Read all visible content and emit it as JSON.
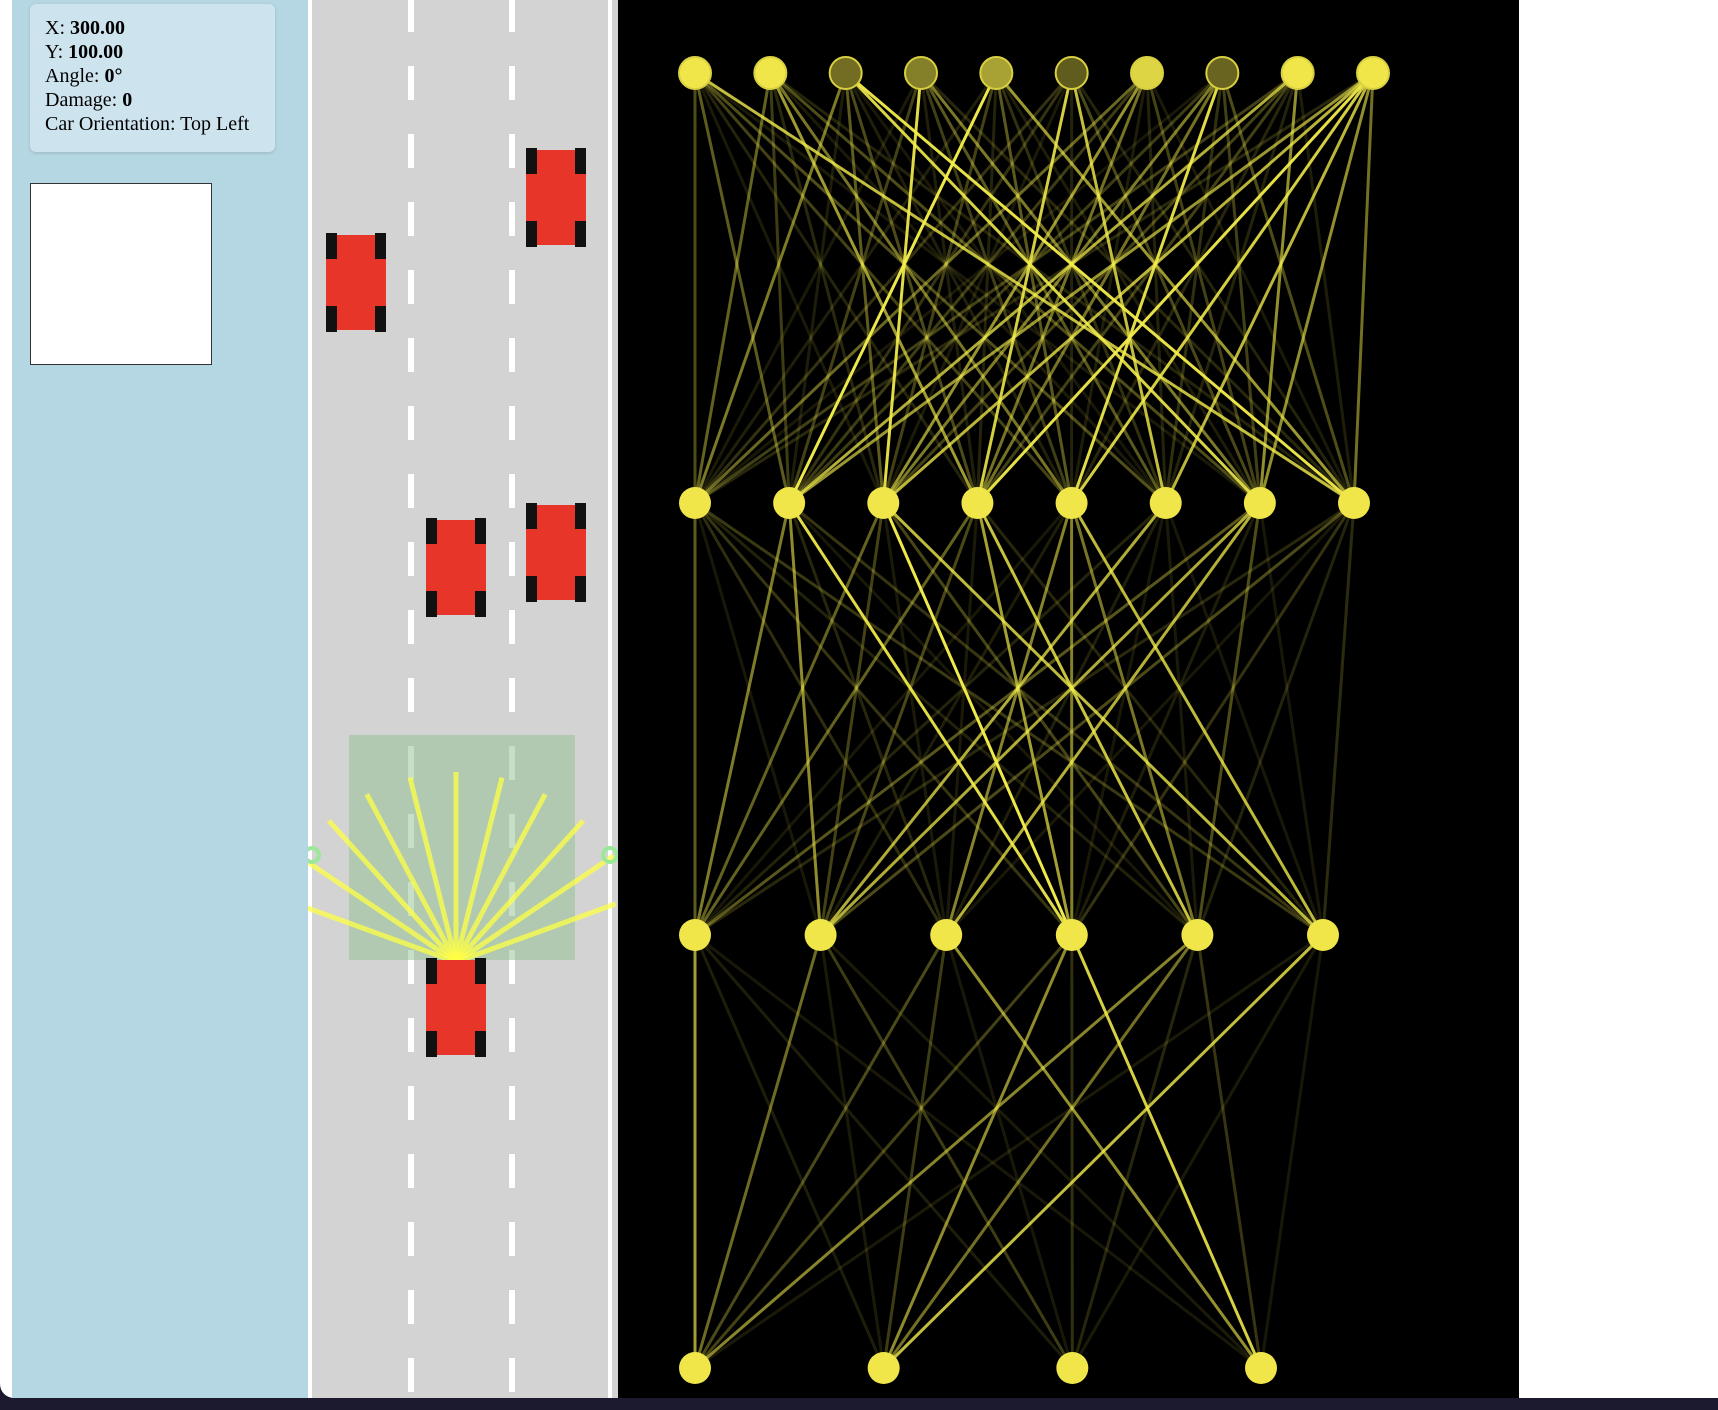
{
  "info": {
    "x_label": "X:",
    "x_value": "300.00",
    "y_label": "Y:",
    "y_value": "100.00",
    "angle_label": "Angle:",
    "angle_value": "0°",
    "damage_label": "Damage:",
    "damage_value": "0",
    "orientation_label": "Car Orientation:",
    "orientation_value": "Top Left"
  },
  "colors": {
    "sidebar": "#b5d6e3",
    "road": "#d3d3d3",
    "car": "#e8352a",
    "sensor": "#ffff44",
    "neuron": "#f0e64a",
    "network_bg": "#000000"
  },
  "network": {
    "layers": [
      10,
      8,
      6,
      4
    ],
    "input_brightness": [
      1.0,
      1.0,
      0.3,
      0.4,
      0.6,
      0.2,
      0.9,
      0.25,
      1.0,
      1.0
    ]
  },
  "sensors": {
    "ray_count": 11
  }
}
